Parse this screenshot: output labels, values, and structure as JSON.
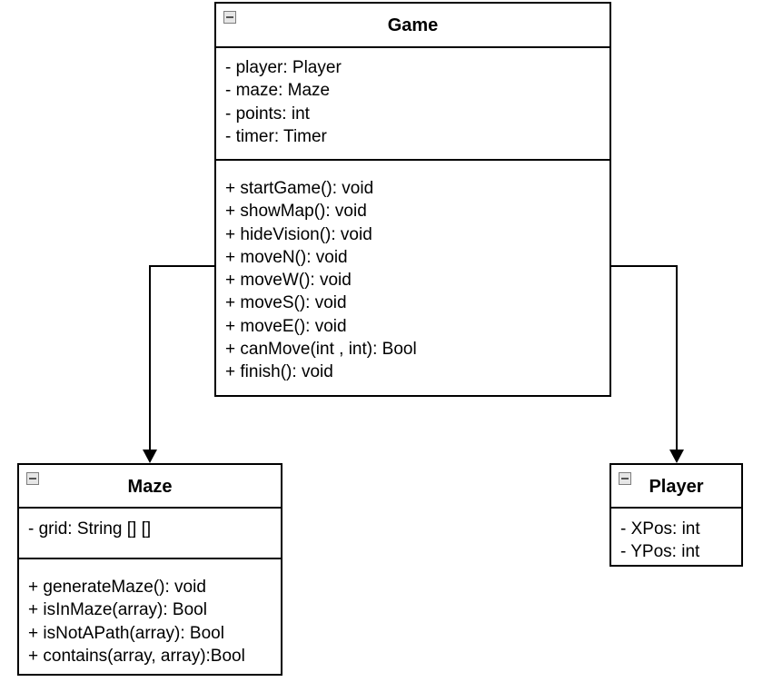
{
  "classes": {
    "game": {
      "name": "Game",
      "attributes": [
        "- player: Player",
        "- maze: Maze",
        "- points: int",
        "- timer: Timer"
      ],
      "methods": [
        "+ startGame(): void",
        "+ showMap(): void",
        "+ hideVision(): void",
        "+ moveN(): void",
        "+ moveW(): void",
        "+ moveS(): void",
        "+ moveE(): void",
        "+ canMove(int , int): Bool",
        "+ finish(): void"
      ]
    },
    "maze": {
      "name": "Maze",
      "attributes": [
        "- grid: String [] []"
      ],
      "methods": [
        "+ generateMaze(): void",
        "+ isInMaze(array): Bool",
        "+ isNotAPath(array): Bool",
        "+ contains(array, array):Bool"
      ]
    },
    "player": {
      "name": "Player",
      "attributes": [
        "- XPos: int",
        "- YPos: int"
      ]
    }
  },
  "relations": [
    {
      "from": "Game",
      "to": "Maze"
    },
    {
      "from": "Game",
      "to": "Player"
    }
  ]
}
